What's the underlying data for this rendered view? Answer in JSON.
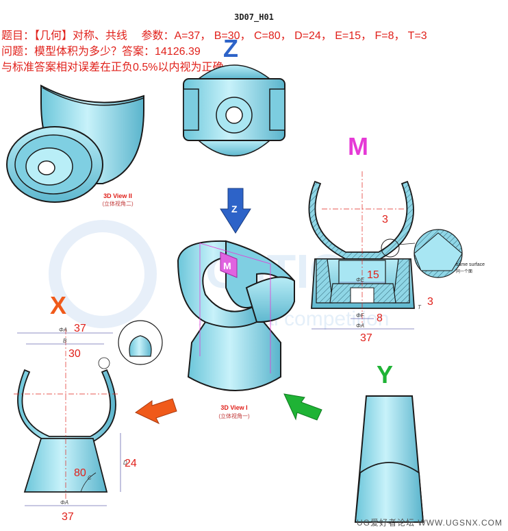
{
  "header": {
    "code": "3D07_H01",
    "problem_line": "题目：【几何】对称、共线　 参数：A=37， B=30， C=80， D=24， E=15， F=8， T=3",
    "question_line": "问题：模型体积为多少？答案：14126.39",
    "tolerance_line": "与标准答案相对误差在正负0.5%以内视为正确"
  },
  "views": {
    "z_label": "Z",
    "m_label": "M",
    "x_label": "X",
    "y_label": "Y",
    "view1_title": "3D View I",
    "view1_sub": "(立体视角一)",
    "view2_title": "3D View II",
    "view2_sub": "(立体视角二)",
    "same_surface": "same surface",
    "same_surface_cn": "同一个面"
  },
  "dims": {
    "m_t_top": "3",
    "m_e": "15",
    "m_t_right": "3",
    "m_f": "8",
    "m_a": "37",
    "x_a_top": "37",
    "x_b": "30",
    "x_c": "80",
    "x_d": "24",
    "x_a_bottom": "37"
  },
  "drawing_labels": {
    "phi_a": "ΦA",
    "phi_e": "ΦE",
    "phi_f": "ΦF",
    "b": "B",
    "c": "C",
    "d": "D",
    "t": "T"
  },
  "watermark": "AI Gerial competition",
  "footer": "UG爱好者论坛 WWW.UGSNX.COM",
  "colors": {
    "part_fill": "#9fe0ee",
    "part_dark": "#5bb8cf",
    "outline": "#1a1a1a",
    "red_text": "#e0201a",
    "magenta": "#e63ad6",
    "green": "#1fb335",
    "orange": "#f05a1a",
    "blue_arrow": "#2d63c8"
  }
}
